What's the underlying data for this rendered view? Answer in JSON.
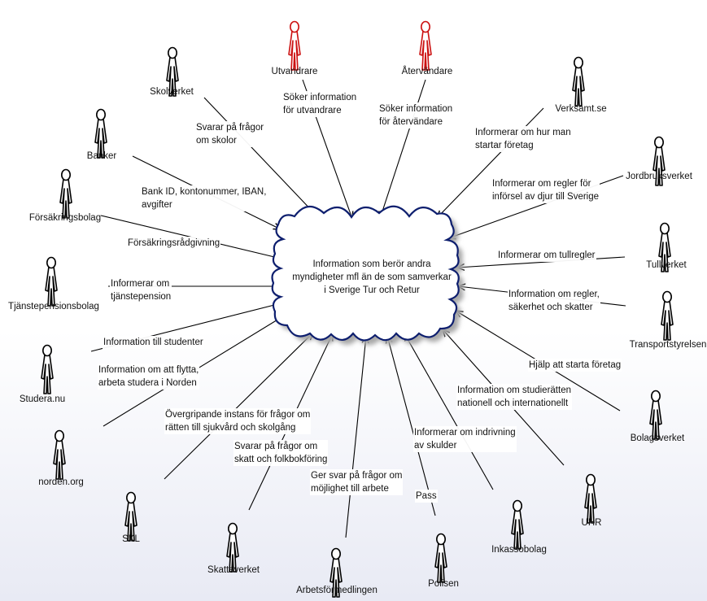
{
  "colors": {
    "actor": "#000000",
    "actor_highlight": "#cc1111",
    "cloud_stroke": "#0d1e6e",
    "edge": "#000000"
  },
  "center": {
    "label": "Information som berör andra\nmyndigheter mfl än de som samverkar\ni Sverige Tur och Retur"
  },
  "actors": [
    {
      "id": "utvandrare",
      "name": "Utvandrare",
      "highlight": true
    },
    {
      "id": "atervandare",
      "name": "Återvändare",
      "highlight": true
    },
    {
      "id": "skolverket",
      "name": "Skolverket",
      "highlight": false
    },
    {
      "id": "verksamt",
      "name": "Verksamt.se",
      "highlight": false
    },
    {
      "id": "banker",
      "name": "Banker",
      "highlight": false
    },
    {
      "id": "jordbruksverket",
      "name": "Jordbruksverket",
      "highlight": false
    },
    {
      "id": "forsakringsbolag",
      "name": "Försäkringsbolag",
      "highlight": false
    },
    {
      "id": "tullverket",
      "name": "Tullverket",
      "highlight": false
    },
    {
      "id": "tjanstepensionsbolag",
      "name": "Tjänstepensionsbolag",
      "highlight": false
    },
    {
      "id": "transportstyrelsen",
      "name": "Transportstyrelsen",
      "highlight": false
    },
    {
      "id": "studera",
      "name": "Studera.nu",
      "highlight": false
    },
    {
      "id": "bolagsverket",
      "name": "Bolagsverket",
      "highlight": false
    },
    {
      "id": "norden",
      "name": "norden.org",
      "highlight": false
    },
    {
      "id": "uhr",
      "name": "UHR",
      "highlight": false
    },
    {
      "id": "skl",
      "name": "SKL",
      "highlight": false
    },
    {
      "id": "inkassobolag",
      "name": "Inkassobolag",
      "highlight": false
    },
    {
      "id": "skatteverket",
      "name": "Skatteverket",
      "highlight": false
    },
    {
      "id": "polisen",
      "name": "Polisen",
      "highlight": false
    },
    {
      "id": "arbetsformedlingen",
      "name": "Arbetsförmedlingen",
      "highlight": false
    }
  ],
  "edges": [
    {
      "from": "utvandrare",
      "label": "Söker information\nför utvandrare"
    },
    {
      "from": "atervandare",
      "label": "Söker information\nför återvändare"
    },
    {
      "from": "skolverket",
      "label": "Svarar på frågor\nom skolor"
    },
    {
      "from": "verksamt",
      "label": "Informerar om hur man\nstartar företag"
    },
    {
      "from": "banker",
      "label": "Bank ID, kontonummer, IBAN,\navgifter"
    },
    {
      "from": "jordbruksverket",
      "label": "Informerar om regler för\ninförsel av djur till Sverige"
    },
    {
      "from": "forsakringsbolag",
      "label": "Försäkringsrådgivning"
    },
    {
      "from": "tullverket",
      "label": "Informerar om tullregler"
    },
    {
      "from": "tjanstepensionsbolag",
      "label": "Informerar om\ntjänstepension"
    },
    {
      "from": "transportstyrelsen",
      "label": "Information om regler,\nsäkerhet och skatter"
    },
    {
      "from": "studera",
      "label": "Information till studenter"
    },
    {
      "from": "bolagsverket",
      "label": "Hjälp att starta företag"
    },
    {
      "from": "norden",
      "label": "Information om att flytta,\narbeta studera i Norden"
    },
    {
      "from": "uhr",
      "label": "Information om studierätten\nnationell och internationellt"
    },
    {
      "from": "skl",
      "label": "Övergripande instans för frågor om\nrätten till sjukvård och skolgång"
    },
    {
      "from": "inkassobolag",
      "label": "Informerar om indrivning\nav skulder"
    },
    {
      "from": "skatteverket",
      "label": "Svarar på frågor om\nskatt och folkbokföring"
    },
    {
      "from": "polisen",
      "label": "Pass"
    },
    {
      "from": "arbetsformedlingen",
      "label": "Ger svar på frågor om\nmöjlighet till arbete"
    }
  ]
}
